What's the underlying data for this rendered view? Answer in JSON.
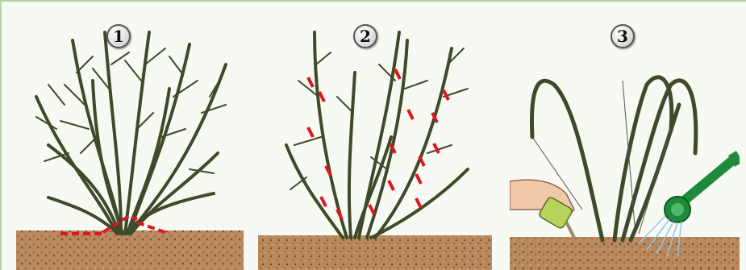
{
  "steps": [
    {
      "label": "1"
    },
    {
      "label": "2"
    },
    {
      "label": "3"
    }
  ],
  "colors": {
    "soil": "#b9895d",
    "stem": "#3f4a2a",
    "stem_fill": "#8c9a5f",
    "cut_mark": "#e0161b",
    "watering_can": "#1e8a3a",
    "hand": "#f2c9a8",
    "bottle": "#b7d35a",
    "water": "#8fc8e8"
  },
  "icons": [
    "watering-can-icon",
    "hand-with-bottle-icon"
  ]
}
